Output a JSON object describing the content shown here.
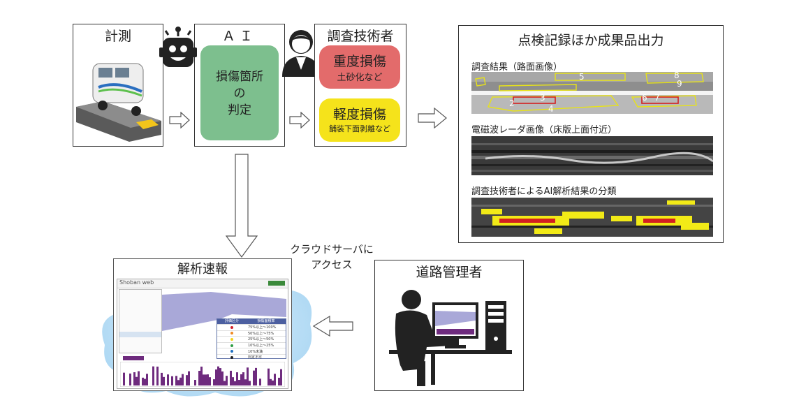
{
  "measure": {
    "title": "計測"
  },
  "ai": {
    "title": "ＡＩ",
    "judge_lines": [
      "損傷箇所",
      "の",
      "判定"
    ]
  },
  "engineer": {
    "title": "調査技術者",
    "heavy": {
      "main": "重度損傷",
      "sub": "土砂化など"
    },
    "light": {
      "main": "軽度損傷",
      "sub": "舗装下面剥離など"
    }
  },
  "output": {
    "title": "点検記録ほか成果品出力",
    "survey_label": "調査結果（路面画像）",
    "em_label": "電磁波レーダ画像（床版上面付近）",
    "classify_label": "調査技術者によるAI解析結果の分類",
    "survey_numbers": [
      "5",
      "3",
      "6",
      "2",
      "4",
      "8",
      "7",
      "9"
    ]
  },
  "cloud": {
    "access_line1": "クラウドサーバに",
    "access_line2": "アクセス"
  },
  "report": {
    "title": "解析速報",
    "app_name": "Shoban web",
    "legend_headers": [
      "評価区分",
      "損傷面積率"
    ],
    "legend_rows": [
      {
        "color": "#d0202a",
        "text": "75%以上～100%"
      },
      {
        "color": "#f08a24",
        "text": "50%以上～75%"
      },
      {
        "color": "#f3d21c",
        "text": "25%以上～50%"
      },
      {
        "color": "#2e9e44",
        "text": "10%以上～25%"
      },
      {
        "color": "#1f6fc0",
        "text": "10%未満"
      },
      {
        "color": "#222222",
        "text": "判定不可"
      }
    ]
  },
  "manager": {
    "title": "道路管理者"
  },
  "colors": {
    "ai_green": "#7dbf8e",
    "heavy_red": "#e36b6b",
    "light_yellow": "#f5e31b",
    "cloud_blue": "#bfe0f5",
    "report_purple": "#6e2b7e",
    "lavender": "#a9a8d8"
  }
}
